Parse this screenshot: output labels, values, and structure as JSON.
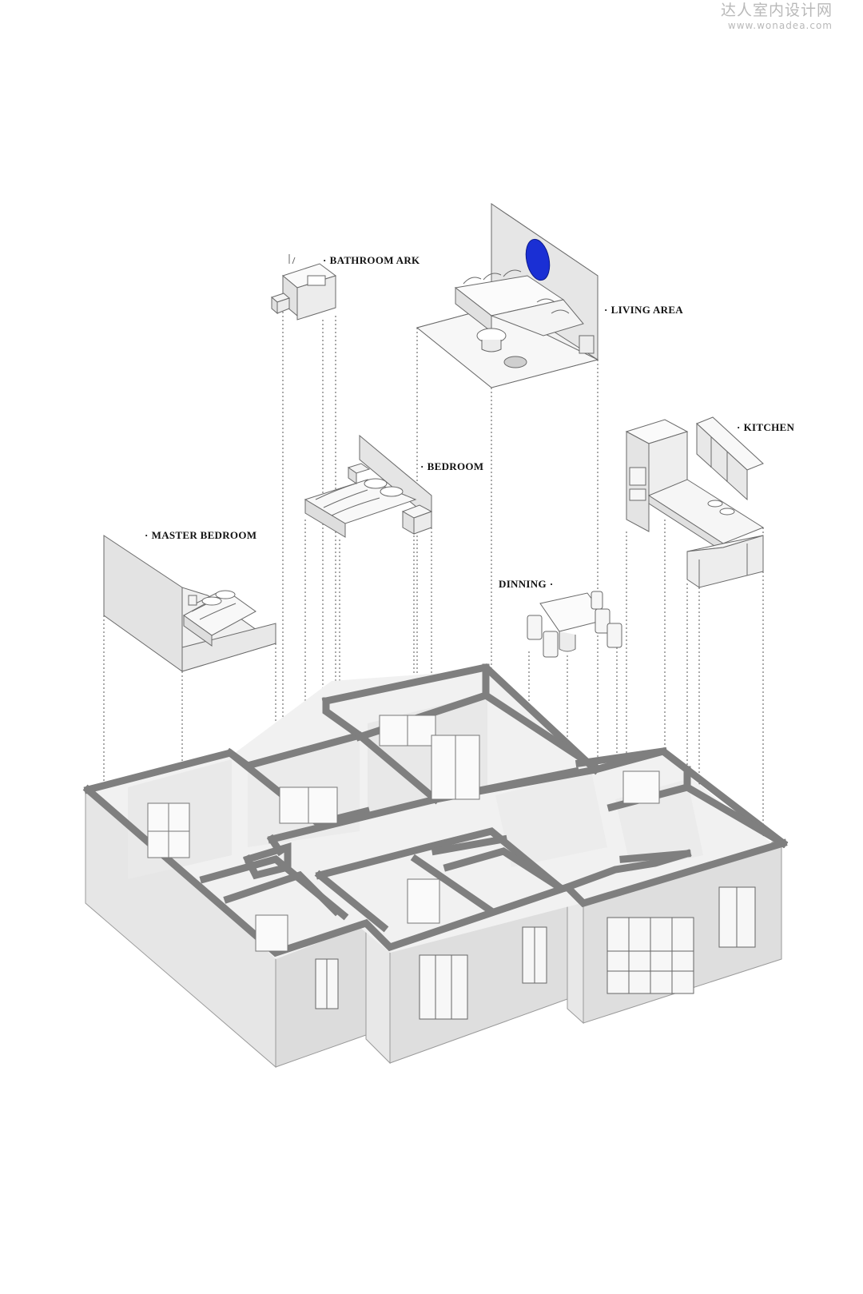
{
  "watermark": {
    "brand_cn": "达人室内设计网",
    "url": "www.wonadea.com"
  },
  "labels": {
    "bathroom_ark": "BATHROOM ARK",
    "living_area": "LIVING AREA",
    "kitchen": "KITCHEN",
    "bedroom": "BEDROOM",
    "master_bedroom": "MASTER BEDROOM",
    "dinning": "DINNING"
  },
  "colors": {
    "accent_mirror": "#1a2fd4",
    "wall_cut": "#7f7f7f",
    "wall_face": "#e4e4e4",
    "wall_side": "#d2d2d2",
    "line": "#4a4a4a"
  }
}
